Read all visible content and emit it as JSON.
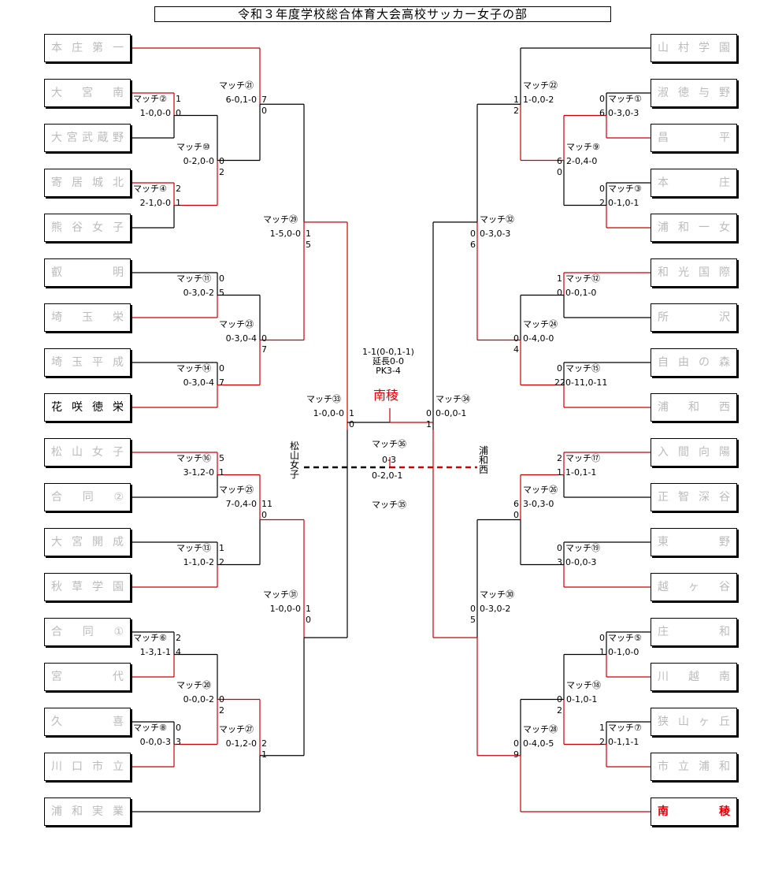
{
  "title": "令和３年度学校総合体育大会高校サッカー女子の部",
  "left_teams": [
    "本庄第一",
    "大宮南",
    "大宮武蔵野",
    "寄居城北",
    "熊谷女子",
    "叡明",
    "埼玉栄",
    "埼玉平成",
    "花咲徳栄",
    "松山女子",
    "合同②",
    "大宮開成",
    "秋草学園",
    "合同①",
    "宮代",
    "久喜",
    "川口市立",
    "浦和実業"
  ],
  "right_teams": [
    "山村学園",
    "淑徳与野",
    "昌平",
    "本庄",
    "浦和一女",
    "和光国際",
    "所沢",
    "自由の森",
    "浦和西",
    "入間向陽",
    "正智深谷",
    "東野",
    "越ヶ谷",
    "庄和",
    "川越南",
    "狭山ヶ丘",
    "市立浦和",
    "南稜"
  ],
  "left_advanced": [
    "花咲徳栄"
  ],
  "champion": "南稜",
  "final": {
    "label": "1-1(0-0,1-1)",
    "extra": "延長0-0",
    "pk": "PK3-4",
    "winner": "南稜"
  },
  "left_semifinalist": "松山女子",
  "right_semifinalist": "浦和西",
  "matches": {
    "m2": {
      "label": "マッチ②",
      "score": "1-0,0-0",
      "a": "1",
      "b": "0"
    },
    "m4": {
      "label": "マッチ④",
      "score": "2-1,0-0",
      "a": "2",
      "b": "1"
    },
    "m6": {
      "label": "マッチ⑥",
      "score": "1-3,1-1",
      "a": "2",
      "b": "4"
    },
    "m8": {
      "label": "マッチ⑧",
      "score": "0-0,0-3",
      "a": "0",
      "b": "3"
    },
    "m10": {
      "label": "マッチ⑩",
      "score": "0-2,0-0",
      "a": "0",
      "b": "2"
    },
    "m11": {
      "label": "マッチ⑪",
      "score": "0-3,0-2",
      "a": "0",
      "b": "5"
    },
    "m13": {
      "label": "マッチ⑬",
      "score": "1-1,0-2",
      "a": "1",
      "b": "2"
    },
    "m14": {
      "label": "マッチ⑭",
      "score": "0-3,0-4",
      "a": "0",
      "b": "7"
    },
    "m16": {
      "label": "マッチ⑯",
      "score": "3-1,2-0",
      "a": "5",
      "b": "1"
    },
    "m20": {
      "label": "マッチ⑳",
      "score": "0-0,0-2",
      "a": "0",
      "b": "2"
    },
    "m21": {
      "label": "マッチ㉑",
      "score": "6-0,1-0",
      "a": "7",
      "b": "0"
    },
    "m23": {
      "label": "マッチ㉓",
      "score": "0-3,0-4",
      "a": "0",
      "b": "7"
    },
    "m25": {
      "label": "マッチ㉕",
      "score": "7-0,4-0",
      "a": "11",
      "b": "0"
    },
    "m27": {
      "label": "マッチ㉗",
      "score": "0-1,2-0",
      "a": "2",
      "b": "1"
    },
    "m29": {
      "label": "マッチ㉙",
      "score": "1-5,0-0",
      "a": "1",
      "b": "5"
    },
    "m31": {
      "label": "マッチ㉛",
      "score": "1-0,0-0",
      "a": "1",
      "b": "0"
    },
    "m33": {
      "label": "マッチ㉝",
      "score": "1-0,0-0",
      "a": "1",
      "b": "0"
    },
    "m1": {
      "label": "マッチ①",
      "score": "0-3,0-3",
      "a": "0",
      "b": "6"
    },
    "m3": {
      "label": "マッチ③",
      "score": "0-1,0-1",
      "a": "0",
      "b": "2"
    },
    "m5": {
      "label": "マッチ⑤",
      "score": "0-1,0-0",
      "a": "0",
      "b": "1"
    },
    "m7": {
      "label": "マッチ⑦",
      "score": "0-1,1-1",
      "a": "1",
      "b": "2"
    },
    "m9": {
      "label": "マッチ⑨",
      "score": "2-0,4-0",
      "a": "6",
      "b": "0"
    },
    "m12": {
      "label": "マッチ⑫",
      "score": "0-0,1-0",
      "a": "1",
      "b": "0"
    },
    "m15": {
      "label": "マッチ⑮",
      "score": "0-11,0-11",
      "a": "0",
      "b": "22"
    },
    "m17": {
      "label": "マッチ⑰",
      "score": "1-0,1-1",
      "a": "2",
      "b": "1"
    },
    "m18": {
      "label": "マッチ⑱",
      "score": "0-1,0-1",
      "a": "0",
      "b": "2"
    },
    "m19": {
      "label": "マッチ⑲",
      "score": "0-0,0-3",
      "a": "0",
      "b": "3"
    },
    "m22": {
      "label": "マッチ㉒",
      "score": "1-0,0-2",
      "a": "1",
      "b": "2"
    },
    "m24": {
      "label": "マッチ㉔",
      "score": "0-4,0-0",
      "a": "0",
      "b": "4"
    },
    "m26": {
      "label": "マッチ㉖",
      "score": "3-0,3-0",
      "a": "6",
      "b": "0"
    },
    "m28": {
      "label": "マッチ㉘",
      "score": "0-4,0-5",
      "a": "0",
      "b": "9"
    },
    "m30": {
      "label": "マッチ㉚",
      "score": "0-3,0-2",
      "a": "0",
      "b": "5"
    },
    "m32": {
      "label": "マッチ㉜",
      "score": "0-3,0-3",
      "a": "0",
      "b": "6"
    },
    "m34": {
      "label": "マッチ㉞",
      "score": "0-0,0-1",
      "a": "0",
      "b": "1"
    },
    "m35": {
      "label": "マッチ㉟"
    },
    "m36": {
      "label": "マッチ㊱",
      "score": "0-2,0-1",
      "agg": "0-3"
    }
  },
  "colors": {
    "win_line": "#cc0000",
    "line": "#000000",
    "eliminated_text": "#bbbbbb",
    "champion": "#e00000"
  }
}
